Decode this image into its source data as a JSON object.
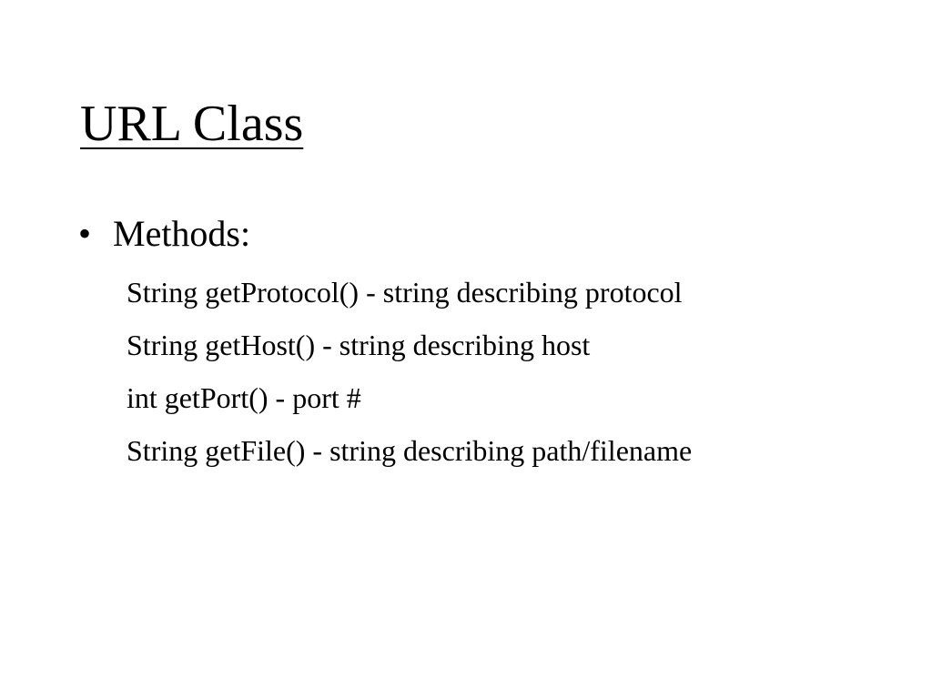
{
  "slide": {
    "title": "URL Class",
    "bullet": {
      "marker": "•",
      "label": "Methods:"
    },
    "methods": [
      "String getProtocol() - string describing protocol",
      "String getHost() - string describing host",
      "int getPort() - port #",
      "String getFile() - string describing path/filename"
    ]
  }
}
